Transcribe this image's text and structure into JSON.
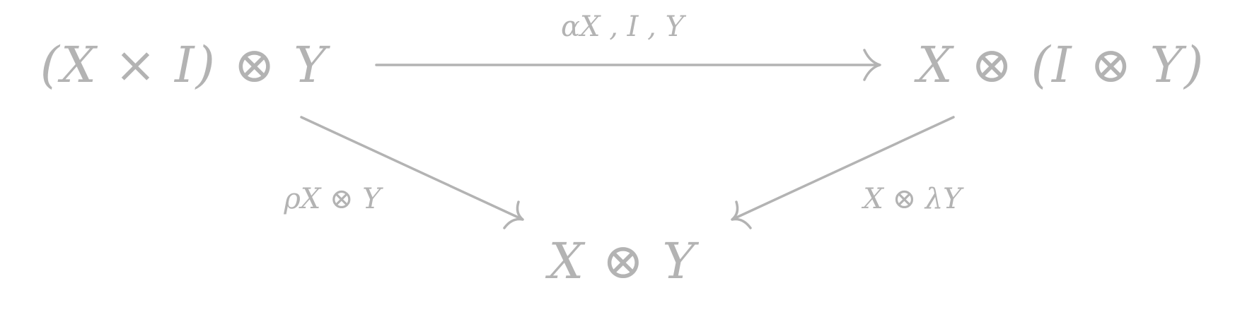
{
  "nodes": {
    "top_left": "(X × I) ⊗ Y",
    "top_right": "X ⊗ (I ⊗ Y)",
    "bottom": "X ⊗ Y"
  },
  "arrows": {
    "top": "αX , I , Y",
    "left": "ρX ⊗ Y",
    "right": "X ⊗ λY"
  },
  "colors": {
    "ink": "#b3b3b3"
  }
}
